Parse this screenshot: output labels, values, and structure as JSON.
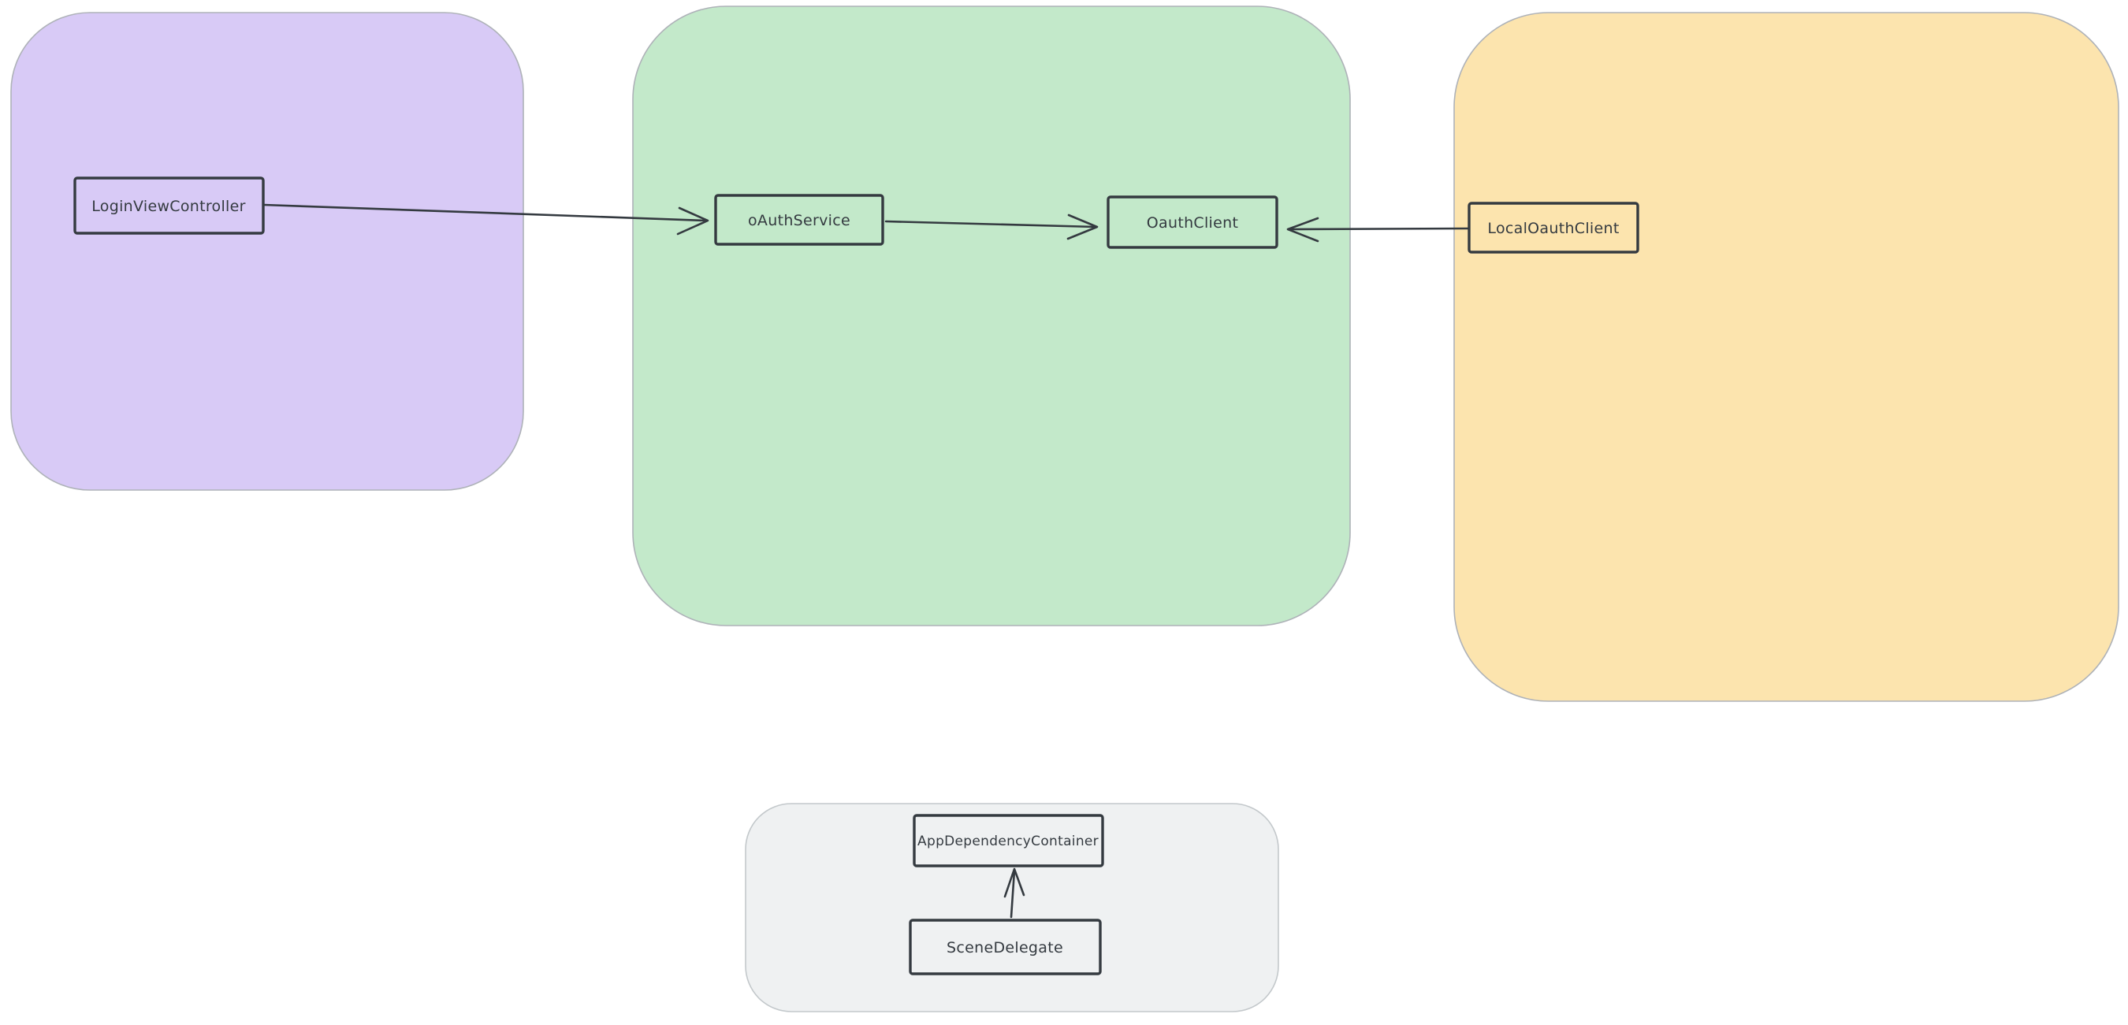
{
  "canvas": {
    "background": "#ffffff",
    "sketch_stroke": "#343a40",
    "container_border": "#aeb2b8",
    "app_container_border": "#c3c8cb"
  },
  "groups": {
    "login_feature": {
      "fill": "#d8caf6"
    },
    "oauth_feature": {
      "fill": "#c3e9ca"
    },
    "local_oauth_feature": {
      "fill": "#fce4ae"
    },
    "app_bootstrap": {
      "fill": "#eff1f2"
    }
  },
  "nodes": {
    "login_view_controller": {
      "label": "LoginViewController"
    },
    "oauth_service": {
      "label": "oAuthService"
    },
    "oauth_client": {
      "label": "OauthClient"
    },
    "local_oauth_client": {
      "label": "LocalOauthClient"
    },
    "app_dependency_container": {
      "label": "AppDependencyContainer"
    },
    "scene_delegate": {
      "label": "SceneDelegate"
    }
  },
  "edges": {
    "login_to_service": {
      "description": "LoginViewController to oAuthService"
    },
    "service_to_client": {
      "description": "oAuthService to OauthClient"
    },
    "local_to_client": {
      "description": "LocalOauthClient to OauthClient"
    },
    "scene_to_container": {
      "description": "SceneDelegate to AppDependencyContainer"
    }
  }
}
